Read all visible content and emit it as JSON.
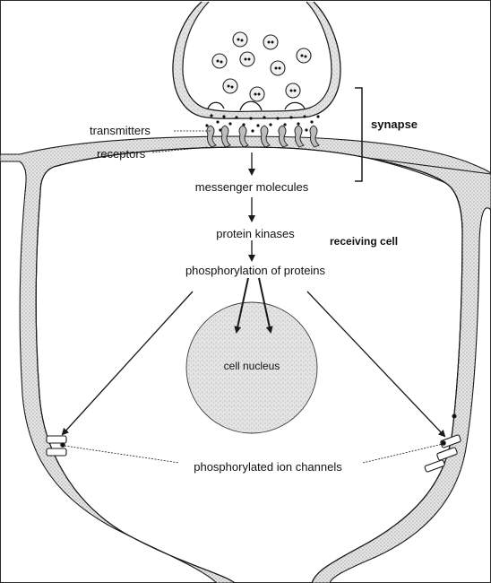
{
  "labels": {
    "transmitters": "transmitters",
    "receptors": "receptors",
    "synapse": "synapse",
    "messenger_molecules": "messenger molecules",
    "protein_kinases": "protein kinases",
    "receiving_cell": "receiving cell",
    "phosphorylation": "phosphorylation of proteins",
    "cell_nucleus": "cell nucleus",
    "ion_channels": "phosphorylated ion channels"
  },
  "colors": {
    "line": "#1a1a1a",
    "membrane_fill": "#c9c9c9",
    "nucleus_fill": "#d6d6d6"
  }
}
